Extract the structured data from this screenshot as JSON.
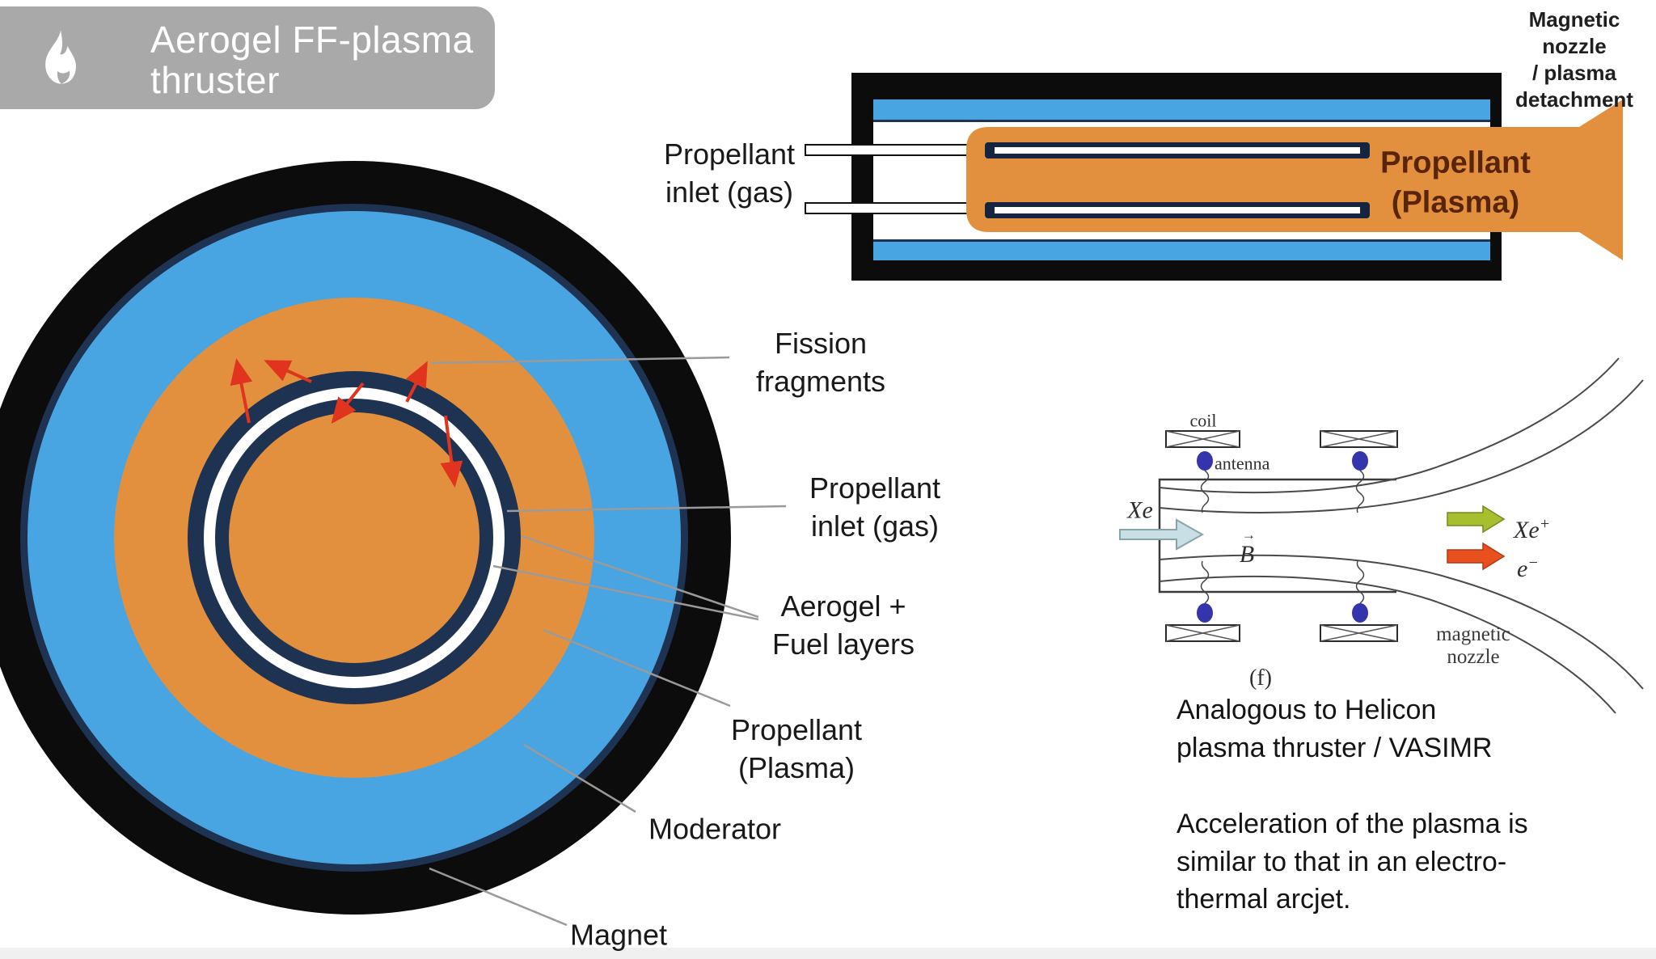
{
  "title": {
    "text": "Aerogel FF-plasma\nthruster",
    "box_color": "#a9a9a9",
    "text_color": "#ffffff",
    "icon": "flame-icon"
  },
  "cross_section_view": {
    "labels": {
      "fission": "Fission\nfragments",
      "propellant_inlet": "Propellant\ninlet (gas)",
      "aerogel_fuel": "Aerogel +\nFuel layers",
      "propellant_plasma": "Propellant\n(Plasma)",
      "moderator": "Moderator",
      "magnet": "Magnet"
    },
    "colors": {
      "magnet": "#0c0c0c",
      "moderator": "#49a5e1",
      "propellant": "#e2903e",
      "fuel_ring": "#1e3252",
      "aerogel_gap": "#ffffff",
      "fission_arrows": "#e0341f",
      "leader_lines": "#9a9a9a"
    }
  },
  "axial_view": {
    "labels": {
      "propellant_inlet": "Propellant\ninlet (gas)",
      "propellant_plasma": "Propellant\n(Plasma)",
      "magnetic_nozzle": "Magnetic nozzle\n/ plasma\ndetachment"
    },
    "plasma_text_color": "#5a2408"
  },
  "helicon_figure": {
    "coil_label": "coil",
    "antenna_label": "antenna",
    "xe_in": "Xe",
    "b_field": "B",
    "b_vector_mark": "→",
    "xe_ion": {
      "base": "Xe",
      "sup": "+"
    },
    "electron": {
      "base": "e",
      "sup": "−"
    },
    "magnetic_nozzle": "magnetic\nnozzle",
    "caption": "(f)",
    "colors": {
      "xe_arrow": "#c9dfe6",
      "ion_arrow": "#a6bf2f",
      "electron_arrow": "#e8511d",
      "antenna_dot": "#3434ab"
    }
  },
  "notes": {
    "analogous": "Analogous to Helicon\nplasma thruster / VASIMR",
    "acceleration": "Acceleration of the plasma is\nsimilar to that in an electro-\nthermal arcjet."
  }
}
